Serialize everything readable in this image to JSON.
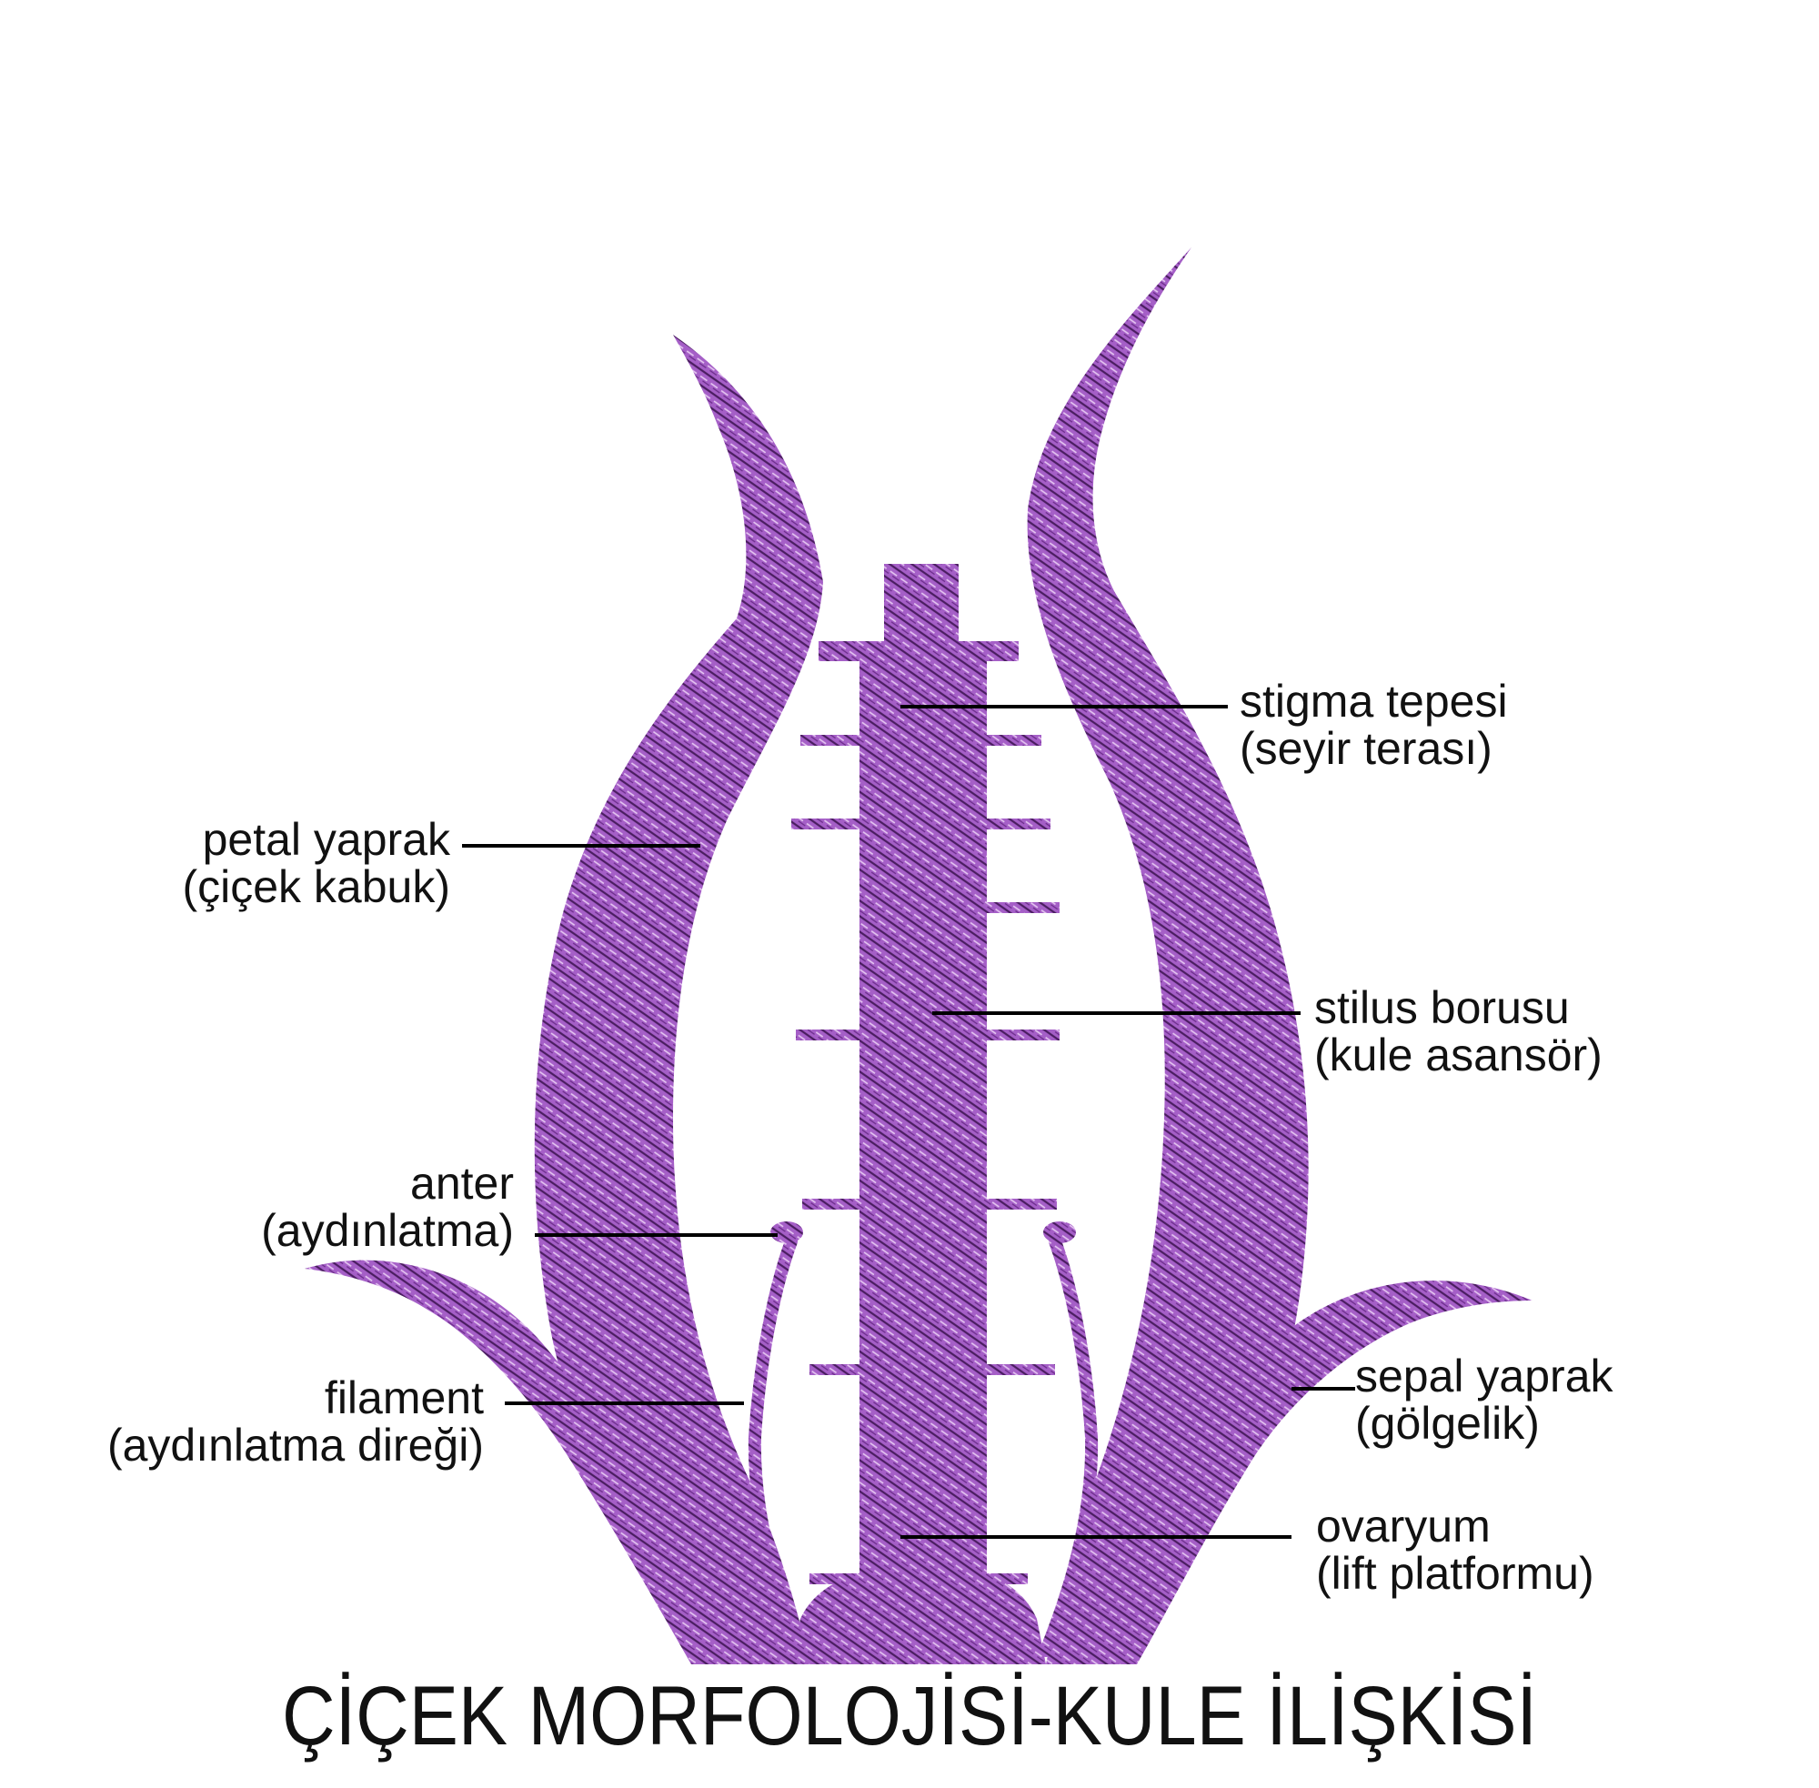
{
  "title": "ÇİÇEK MORFOLOJİSİ-KULE İLİŞKİSİ",
  "fill_color": "#a55fc7",
  "hatch_color": "#4a1d60",
  "labels": {
    "stigma": {
      "line1": "stigma tepesi",
      "line2": "(seyir terası)"
    },
    "petal": {
      "line1": "petal yaprak",
      "line2": "(çiçek kabuk)"
    },
    "stilus": {
      "line1": "stilus borusu",
      "line2": "(kule asansör)"
    },
    "anter": {
      "line1": "anter",
      "line2": "(aydınlatma)"
    },
    "sepal": {
      "line1": "sepal yaprak",
      "line2": "(gölgelik)"
    },
    "filament": {
      "line1": "filament",
      "line2": "(aydınlatma direği)"
    },
    "ovaryum": {
      "line1": "ovaryum",
      "line2": "(lift platformu)"
    }
  }
}
